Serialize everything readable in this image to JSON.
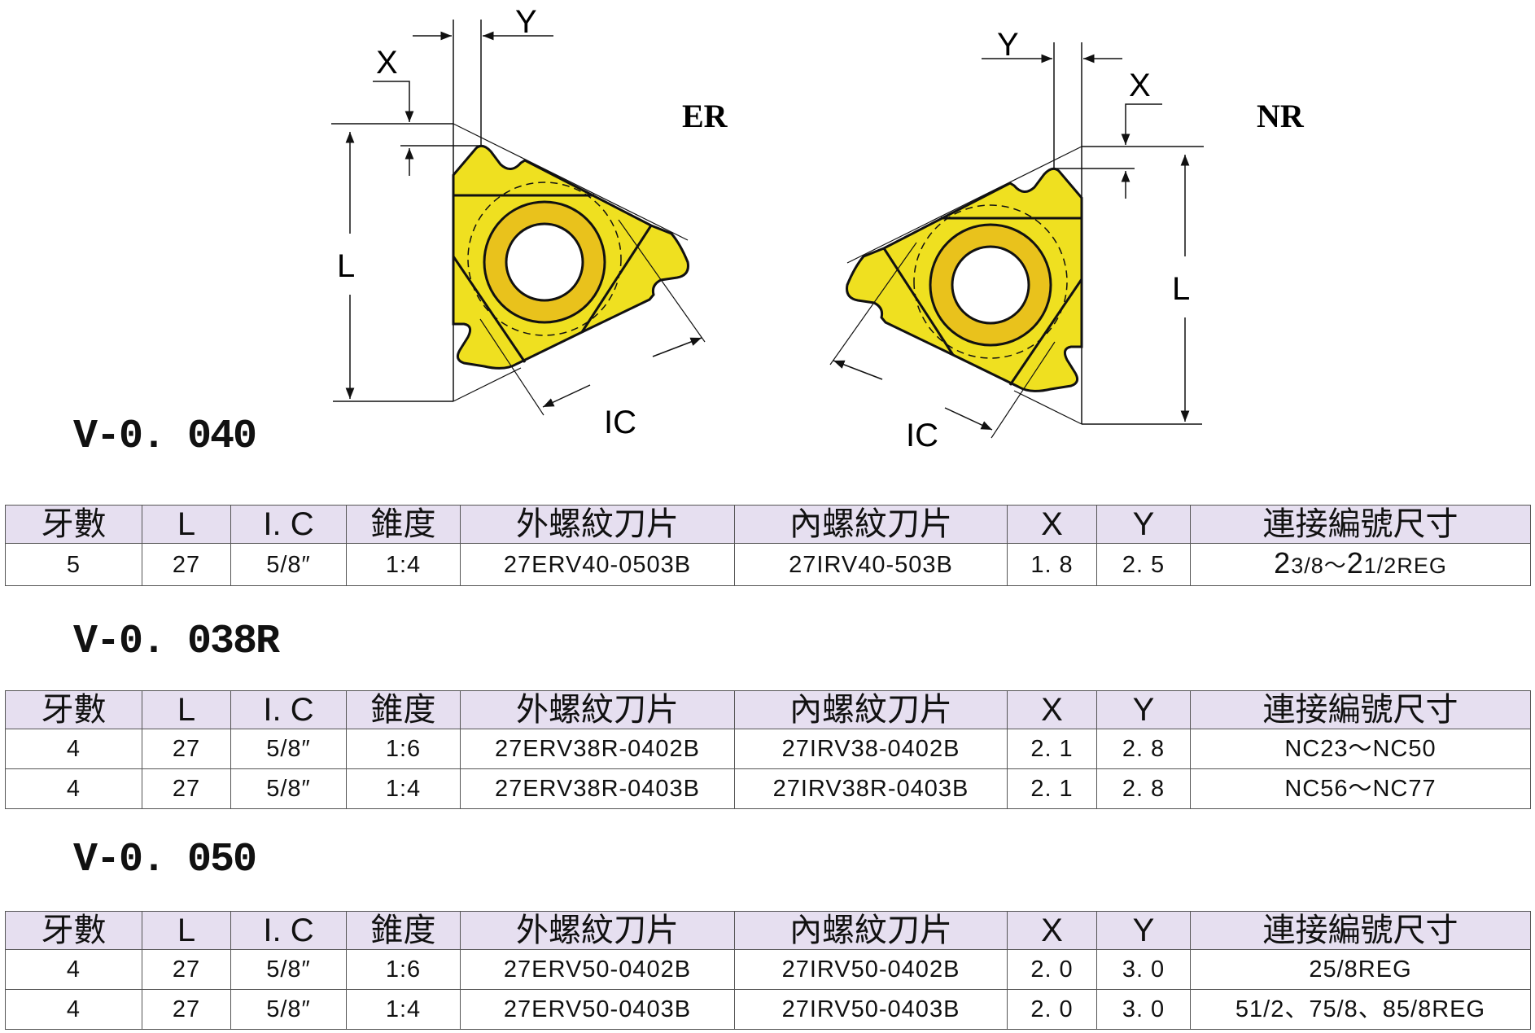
{
  "diagrams": {
    "er": {
      "label": "ER",
      "dims": {
        "x": "X",
        "y": "Y",
        "l": "L",
        "ic": "IC"
      }
    },
    "nr": {
      "label": "NR",
      "dims": {
        "x": "X",
        "y": "Y",
        "l": "L",
        "ic": "IC"
      }
    },
    "colors": {
      "insert": "#EFE020",
      "ring": "#E9C21C",
      "line": "#111111"
    }
  },
  "columns": [
    "牙數",
    "L",
    "I. C",
    "錐度",
    "外螺紋刀片",
    "內螺紋刀片",
    "X",
    "Y",
    "連接編號尺寸"
  ],
  "sections": [
    {
      "title": "V-0. 040",
      "rows": [
        {
          "cells": [
            "5",
            "27",
            "5/8″",
            "1:4",
            "27ERV40-0503B",
            "27IRV40-503B",
            "1. 8",
            "2. 5"
          ],
          "conn_parts": [
            {
              "t": "2",
              "s": "big"
            },
            {
              "t": "3/8",
              "s": "small"
            },
            {
              "t": "～",
              "s": "small"
            },
            {
              "t": "2",
              "s": "big"
            },
            {
              "t": "1/2REG",
              "s": "small"
            }
          ]
        }
      ]
    },
    {
      "title": "V-0. 038R",
      "rows": [
        {
          "cells": [
            "4",
            "27",
            "5/8″",
            "1:6",
            "27ERV38R-0402B",
            "27IRV38-0402B",
            "2. 1",
            "2. 8"
          ],
          "conn_parts": [
            {
              "t": "NC23～NC50",
              "s": ""
            }
          ]
        },
        {
          "cells": [
            "4",
            "27",
            "5/8″",
            "1:4",
            "27ERV38R-0403B",
            "27IRV38R-0403B",
            "2. 1",
            "2. 8"
          ],
          "conn_parts": [
            {
              "t": "NC56～NC77",
              "s": ""
            }
          ]
        }
      ]
    },
    {
      "title": "V-0. 050",
      "rows": [
        {
          "cells": [
            "4",
            "27",
            "5/8″",
            "1:6",
            "27ERV50-0402B",
            "27IRV50-0402B",
            "2. 0",
            "3. 0"
          ],
          "conn_parts": [
            {
              "t": "25/8REG",
              "s": ""
            }
          ]
        },
        {
          "cells": [
            "4",
            "27",
            "5/8″",
            "1:4",
            "27ERV50-0403B",
            "27IRV50-0403B",
            "2. 0",
            "3. 0"
          ],
          "conn_parts": [
            {
              "t": "51/2、75/8、85/8REG",
              "s": ""
            }
          ]
        }
      ]
    }
  ]
}
